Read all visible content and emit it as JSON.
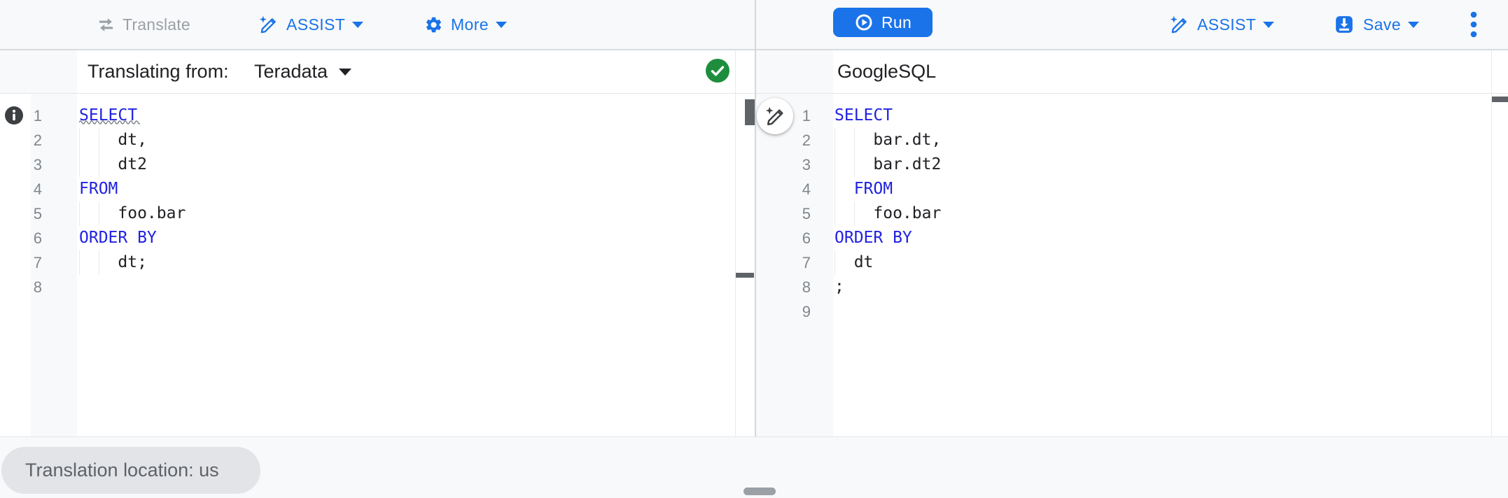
{
  "colors": {
    "accent_blue": "#1a73e8",
    "keyword_blue": "#2222e0",
    "success_green": "#1e8e3e",
    "text_dark": "#202124",
    "text_gray": "#5f6368",
    "disabled_gray": "#9aa0a6"
  },
  "toolbar_left": {
    "translate_label": "Translate",
    "assist_label": "ASSIST",
    "more_label": "More"
  },
  "toolbar_right": {
    "run_label": "Run",
    "assist_label": "ASSIST",
    "save_label": "Save"
  },
  "left_panel": {
    "header_label": "Translating from:",
    "dialect": "Teradata",
    "status": "translation-valid"
  },
  "right_panel": {
    "header_label": "GoogleSQL"
  },
  "editors": {
    "left": {
      "lines": [
        {
          "n": 1,
          "segs": [
            {
              "t": "kw",
              "s": "SELECT"
            }
          ],
          "squiggle": true
        },
        {
          "n": 2,
          "segs": [
            {
              "t": "pl",
              "s": "    dt,"
            }
          ]
        },
        {
          "n": 3,
          "segs": [
            {
              "t": "pl",
              "s": "    dt2"
            }
          ]
        },
        {
          "n": 4,
          "segs": [
            {
              "t": "kw",
              "s": "FROM"
            }
          ]
        },
        {
          "n": 5,
          "segs": [
            {
              "t": "pl",
              "s": "    foo.bar"
            }
          ]
        },
        {
          "n": 6,
          "segs": [
            {
              "t": "kw",
              "s": "ORDER BY"
            }
          ]
        },
        {
          "n": 7,
          "segs": [
            {
              "t": "pl",
              "s": "    dt;"
            }
          ]
        },
        {
          "n": 8,
          "segs": []
        }
      ]
    },
    "right": {
      "lines": [
        {
          "n": 1,
          "segs": [
            {
              "t": "kw",
              "s": "SELECT"
            }
          ]
        },
        {
          "n": 2,
          "segs": [
            {
              "t": "pl",
              "s": "    bar.dt,"
            }
          ]
        },
        {
          "n": 3,
          "segs": [
            {
              "t": "pl",
              "s": "    bar.dt2"
            }
          ]
        },
        {
          "n": 4,
          "segs": [
            {
              "t": "pl",
              "s": "  "
            },
            {
              "t": "kw",
              "s": "FROM"
            }
          ]
        },
        {
          "n": 5,
          "segs": [
            {
              "t": "pl",
              "s": "    foo.bar"
            }
          ]
        },
        {
          "n": 6,
          "segs": [
            {
              "t": "kw",
              "s": "ORDER BY"
            }
          ]
        },
        {
          "n": 7,
          "segs": [
            {
              "t": "pl",
              "s": "  dt"
            }
          ]
        },
        {
          "n": 8,
          "segs": [
            {
              "t": "pl",
              "s": ";"
            }
          ]
        },
        {
          "n": 9,
          "segs": []
        }
      ]
    }
  },
  "footer": {
    "location_chip": "Translation location: us"
  }
}
